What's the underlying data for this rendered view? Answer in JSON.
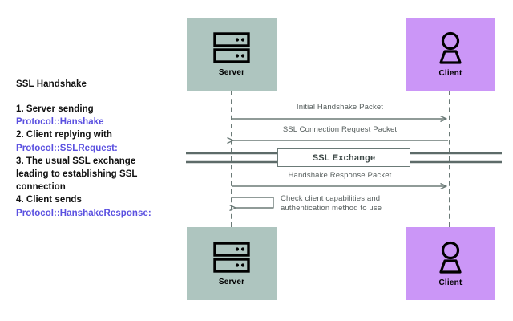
{
  "diagram": {
    "type": "sequence-diagram",
    "colors": {
      "server_fill": "#aec5bf",
      "client_fill": "#cb96f7",
      "line": "#6b7a77",
      "label_text": "#555d5c",
      "accent_text": "#5a50e0",
      "body_text": "#111111",
      "background": "#ffffff"
    },
    "description": {
      "title": "SSL Handshake",
      "lines": [
        {
          "text": "1. Server sending",
          "accent": false
        },
        {
          "text": "Protocol::Hanshake",
          "accent": true
        },
        {
          "text": "2. Client replying with",
          "accent": false
        },
        {
          "text": "Protocol::SSLRequest:",
          "accent": true
        },
        {
          "text": "3. The usual SSL exchange",
          "accent": false
        },
        {
          "text": "leading to establishing SSL",
          "accent": false
        },
        {
          "text": "connection",
          "accent": false
        },
        {
          "text": "4. Client sends",
          "accent": false
        },
        {
          "text": "Protocol::HanshakeResponse:",
          "accent": true
        }
      ]
    },
    "participants": [
      {
        "id": "server-top",
        "label": "Server",
        "icon": "server-icon",
        "position": "top-left"
      },
      {
        "id": "client-top",
        "label": "Client",
        "icon": "user-icon",
        "position": "top-right"
      },
      {
        "id": "server-bottom",
        "label": "Server",
        "icon": "server-icon",
        "position": "bottom-left"
      },
      {
        "id": "client-bottom",
        "label": "Client",
        "icon": "user-icon",
        "position": "bottom-right"
      }
    ],
    "messages": [
      {
        "id": "m1",
        "label": "Initial Handshake Packet",
        "direction": "server-to-client"
      },
      {
        "id": "m2",
        "label": "SSL Connection Request Packet",
        "direction": "client-to-server"
      },
      {
        "id": "m3",
        "label": "Handshake Response Packet",
        "direction": "server-to-client"
      },
      {
        "id": "m4",
        "label": "Check client capabilities and\nauthentication method to use",
        "direction": "self-loop-server"
      }
    ],
    "fragment": {
      "label": "SSL Exchange"
    }
  }
}
